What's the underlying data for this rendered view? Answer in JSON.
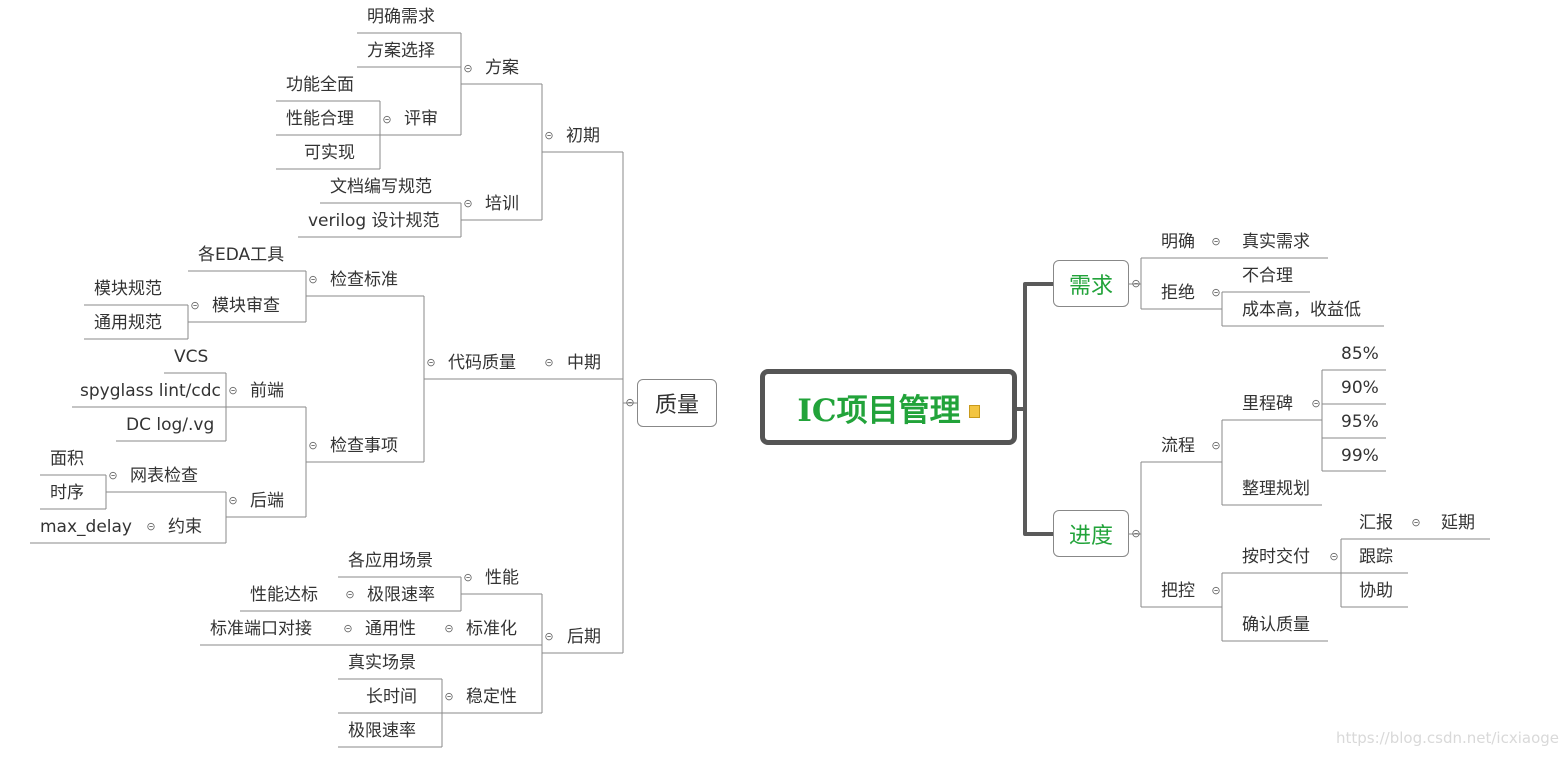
{
  "root": {
    "title": "IC项目管理",
    "icon": "note-icon"
  },
  "left": {
    "quality": "质量",
    "early": {
      "label": "初期",
      "plan": {
        "label": "方案",
        "items": [
          "明确需求",
          "方案选择"
        ]
      },
      "review": {
        "label": "评审",
        "items": [
          "功能全面",
          "性能合理",
          "可实现"
        ]
      },
      "training": {
        "label": "培训",
        "items": [
          "文档编写规范",
          "verilog 设计规范"
        ]
      }
    },
    "mid": {
      "label": "中期",
      "code_quality": "代码质量",
      "check_std": {
        "label": "检查标准",
        "eda": "各EDA工具",
        "module_review": {
          "label": "模块审查",
          "items": [
            "模块规范",
            "通用规范"
          ]
        }
      },
      "check_items": {
        "label": "检查事项",
        "frontend": {
          "label": "前端",
          "items": [
            "VCS",
            "spyglass lint/cdc",
            "DC log/.vg"
          ]
        },
        "backend": {
          "label": "后端",
          "netlist": {
            "label": "网表检查",
            "items": [
              "面积",
              "时序"
            ]
          },
          "constraint": {
            "label": "约束",
            "items": [
              "max_delay"
            ]
          }
        }
      }
    },
    "late": {
      "label": "后期",
      "performance": {
        "label": "性能",
        "scenes": "各应用场景",
        "limit_rate": {
          "label": "极限速率",
          "items": [
            "性能达标"
          ]
        }
      },
      "standardize": {
        "label": "标准化",
        "generality": {
          "label": "通用性",
          "items": [
            "标准端口对接"
          ]
        }
      },
      "stability": {
        "label": "稳定性",
        "items": [
          "真实场景",
          "长时间",
          "极限速率"
        ]
      }
    }
  },
  "right": {
    "demand": {
      "label": "需求",
      "clear": {
        "label": "明确",
        "items": [
          "真实需求"
        ]
      },
      "reject": {
        "label": "拒绝",
        "items": [
          "不合理",
          "成本高，收益低"
        ]
      }
    },
    "progress": {
      "label": "进度",
      "flow": {
        "label": "流程",
        "milestone": {
          "label": "里程碑",
          "items": [
            "85%",
            "90%",
            "95%",
            "99%"
          ]
        },
        "plan": "整理规划"
      },
      "control": {
        "label": "把控",
        "ontime": {
          "label": "按时交付",
          "report": {
            "label": "汇报",
            "items": [
              "延期"
            ]
          },
          "items": [
            "跟踪",
            "协助"
          ]
        },
        "confirm": "确认质量"
      }
    }
  },
  "collapse_symbol": "⊝",
  "colors": {
    "accent_green": "#22a33a",
    "line": "#888888",
    "root_border": "#555555"
  },
  "watermark": "https://blog.csdn.net/icxiaoge"
}
